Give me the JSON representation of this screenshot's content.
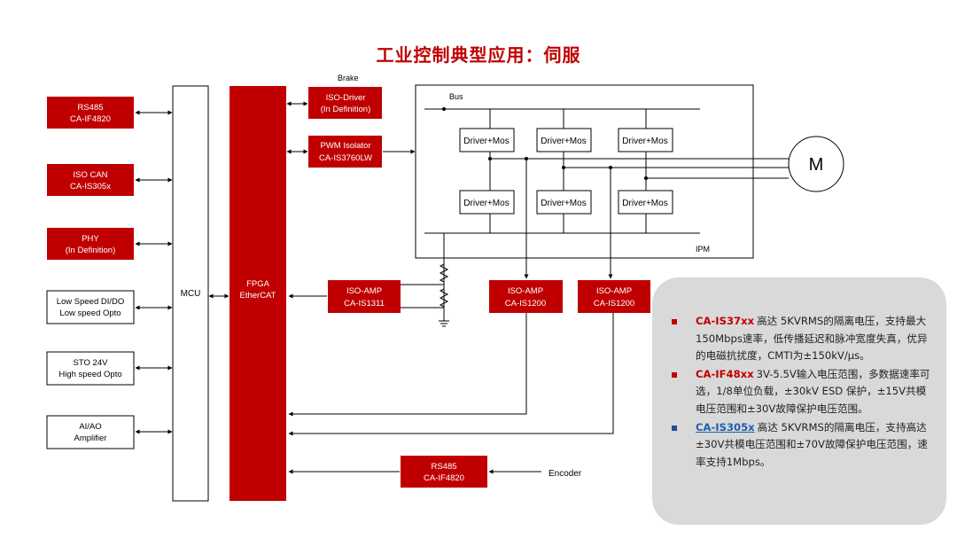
{
  "title": "工业控制典型应用：伺服",
  "colors": {
    "block_fill": "#c00000",
    "block_text": "#ffffff",
    "line": "#000000",
    "panel_bg": "#d9d9d9",
    "link": "#1f5fae"
  },
  "labels": {
    "brake": "Brake",
    "bus": "Bus",
    "ipm": "IPM",
    "motor": "M",
    "encoder": "Encoder",
    "mcu": "MCU"
  },
  "fpga": {
    "line1": "FPGA",
    "line2": "EtherCAT"
  },
  "left_blocks": [
    {
      "line1": "RS485",
      "line2": "CA-IF4820",
      "style": "red"
    },
    {
      "line1": "ISO CAN",
      "line2": "CA-IS305x",
      "style": "red"
    },
    {
      "line1": "PHY",
      "line2": "(In Definition)",
      "style": "red"
    },
    {
      "line1": "Low Speed DI/DO",
      "line2": "Low speed Opto",
      "style": "white"
    },
    {
      "line1": "STO 24V",
      "line2": "High speed Opto",
      "style": "white"
    },
    {
      "line1": "AI/AO",
      "line2": "Amplifier",
      "style": "white"
    }
  ],
  "iso_driver": {
    "line1": "ISO-Driver",
    "line2": "(In Definition)"
  },
  "pwm_isolator": {
    "line1": "PWM Isolator",
    "line2": "CA-IS3760LW"
  },
  "iso_amp_1": {
    "line1": "ISO-AMP",
    "line2": "CA-IS1311"
  },
  "iso_amp_2": {
    "line1": "ISO-AMP",
    "line2": "CA-IS1200"
  },
  "iso_amp_3": {
    "line1": "ISO-AMP",
    "line2": "CA-IS1200"
  },
  "rs485_bottom": {
    "line1": "RS485",
    "line2": "CA-IF4820"
  },
  "driver_label": "Driver+Mos",
  "info": [
    {
      "code": "CA-IS37xx",
      "text": "高达 5KVRMS的隔离电压，支持最大150Mbps速率，低传播延迟和脉冲宽度失真，优异的电磁抗扰度，CMTI为±150kV/μs。",
      "color": "red"
    },
    {
      "code": "CA-IF48xx",
      "text": "3V-5.5V输入电压范围，多数据速率可选，1/8单位负载，±30kV ESD 保护，±15V共模电压范围和±30V故障保护电压范围。",
      "color": "red"
    },
    {
      "code": "CA-IS305x",
      "text": "高达 5KVRMS的隔离电压，支持高达±30V共模电压范围和±70V故障保护电压范围，速率支持1Mbps。",
      "color": "blue"
    }
  ]
}
